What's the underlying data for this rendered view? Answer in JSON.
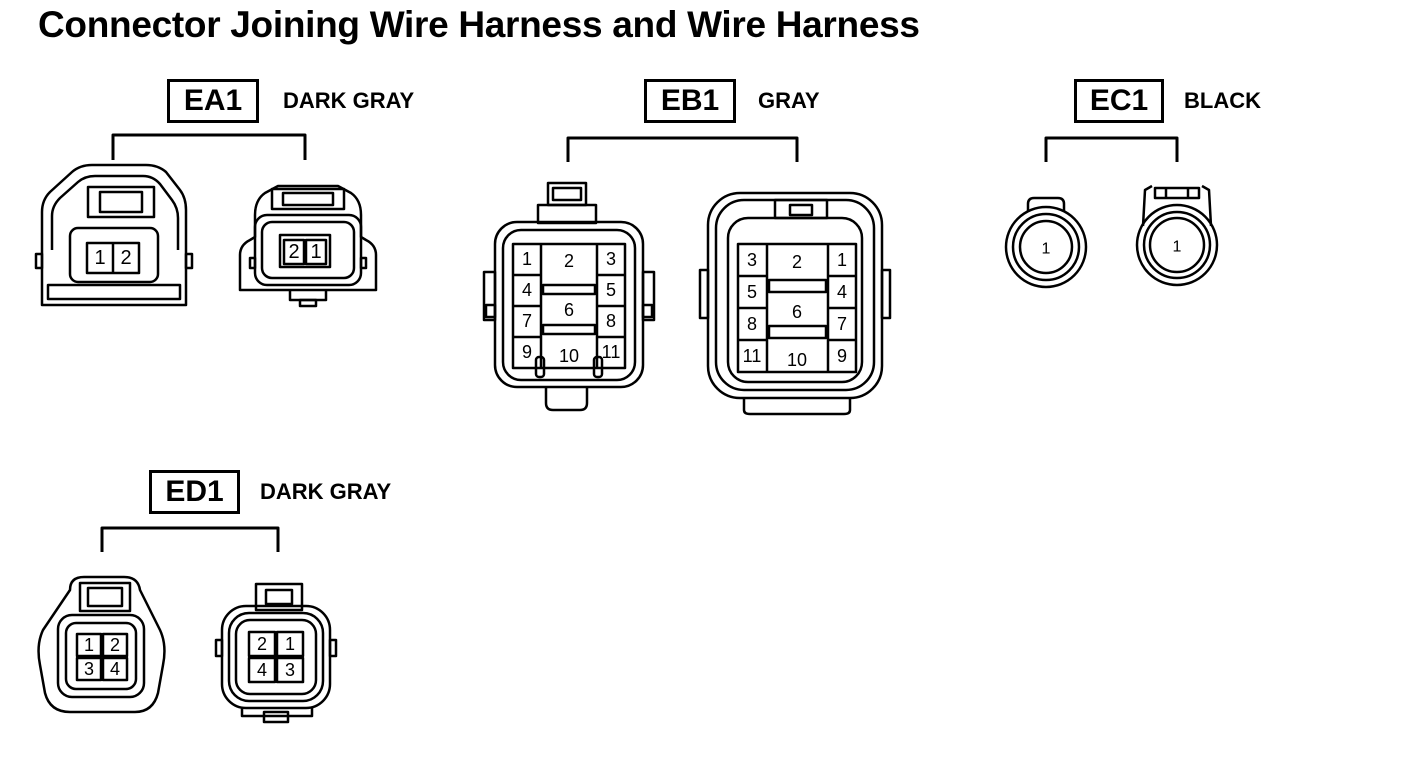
{
  "title": "Connector Joining Wire Harness and Wire Harness",
  "connectors": [
    {
      "code": "EA1",
      "color": "DARK GRAY",
      "female_pins": [
        "1",
        "2"
      ],
      "male_pins": [
        "2",
        "1"
      ]
    },
    {
      "code": "EB1",
      "color": "GRAY",
      "female_pins": [
        "1",
        "2",
        "3",
        "4",
        "5",
        "6",
        "7",
        "8",
        "9",
        "10",
        "11"
      ],
      "male_pins": [
        "3",
        "2",
        "1",
        "5",
        "4",
        "6",
        "8",
        "7",
        "11",
        "10",
        "9"
      ]
    },
    {
      "code": "EC1",
      "color": "BLACK",
      "female_pins": [
        "1"
      ],
      "male_pins": [
        "1"
      ]
    },
    {
      "code": "ED1",
      "color": "DARK GRAY",
      "female_pins": [
        "1",
        "2",
        "3",
        "4"
      ],
      "male_pins": [
        "2",
        "1",
        "4",
        "3"
      ]
    }
  ]
}
